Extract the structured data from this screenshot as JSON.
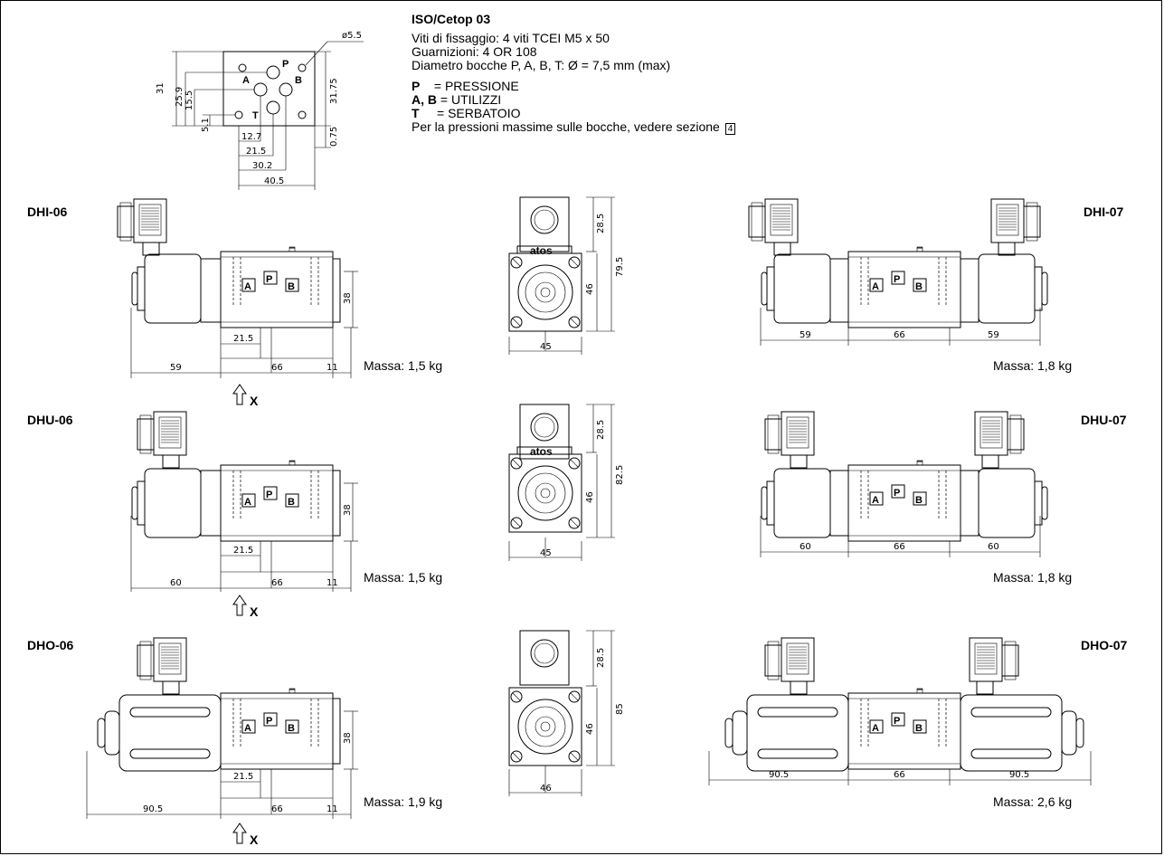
{
  "header": {
    "title": "ISO/Cetop 03",
    "lines": [
      "Viti di fissaggio: 4 viti TCEI M5 x 50",
      "Guarnizioni: 4 OR 108",
      "Diametro bocche P, A, B, T:  Ø = 7,5 mm (max)"
    ],
    "legend": [
      {
        "key": "P",
        "value": "    = PRESSIONE"
      },
      {
        "key": "A, B",
        "value": " = UTILIZZI"
      },
      {
        "key": "T",
        "value": "     = SERBATOIO"
      }
    ],
    "note": "Per la pressioni massime sulle bocche, vedere sezione",
    "section_ref": "4"
  },
  "interface": {
    "hole_dia": "ø5.5",
    "dims_left": [
      "31",
      "25.9",
      "15.5",
      "5.1"
    ],
    "dims_right": [
      "31.75",
      "0.75"
    ],
    "dims_bottom": [
      "12.7",
      "21.5",
      "30.2",
      "40.5"
    ],
    "ports": [
      "P",
      "A",
      "B",
      "T"
    ]
  },
  "ports": {
    "A": "A",
    "P": "P",
    "B": "B"
  },
  "brand": "atos",
  "x_label": "X",
  "models": {
    "dhi06": {
      "name": "DHI-06",
      "massa": "Massa: 1,5 kg",
      "d_sol": "59",
      "d_body": "66",
      "d_end": "11",
      "d_h": "38",
      "d_port": "21.5"
    },
    "dhu06": {
      "name": "DHU-06",
      "massa": "Massa: 1,5 kg",
      "d_sol": "60",
      "d_body": "66",
      "d_end": "11",
      "d_h": "38",
      "d_port": "21.5"
    },
    "dho06": {
      "name": "DHO-06",
      "massa": "Massa: 1,9 kg",
      "d_sol": "90.5",
      "d_body": "66",
      "d_end": "11",
      "d_h": "38",
      "d_port": "21.5"
    },
    "dhi07": {
      "name": "DHI-07",
      "massa": "Massa: 1,8 kg",
      "d_left": "59",
      "d_body": "66",
      "d_right": "59"
    },
    "dhu07": {
      "name": "DHU-07",
      "massa": "Massa: 1,8 kg",
      "d_left": "60",
      "d_body": "66",
      "d_right": "60"
    },
    "dho07": {
      "name": "DHO-07",
      "massa": "Massa: 2,6 kg",
      "d_left": "90.5",
      "d_body": "66",
      "d_right": "90.5"
    }
  },
  "front_views": {
    "v1": {
      "d_top": "28.5",
      "d_total": "79.5",
      "d_body": "46",
      "d_width": "45"
    },
    "v2": {
      "d_top": "28.5",
      "d_total": "82.5",
      "d_body": "46",
      "d_width": "45"
    },
    "v3": {
      "d_top": "28.5",
      "d_total": "85",
      "d_body": "46",
      "d_width": "46"
    }
  }
}
